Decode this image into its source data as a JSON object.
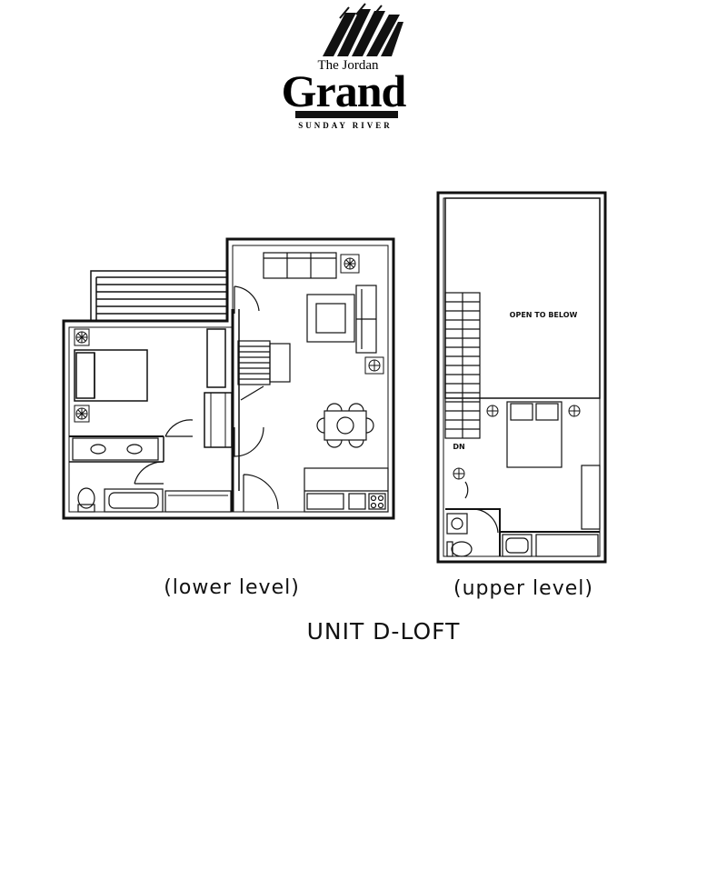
{
  "logo": {
    "line1": "The Jordan",
    "line2": "Grand",
    "line3": "SUNDAY RIVER"
  },
  "upper_plan": {
    "open_label": "OPEN TO BELOW",
    "stair_label": "DN"
  },
  "captions": {
    "lower": "(lower level)",
    "upper": "(upper level)"
  },
  "title": "UNIT D-LOFT"
}
